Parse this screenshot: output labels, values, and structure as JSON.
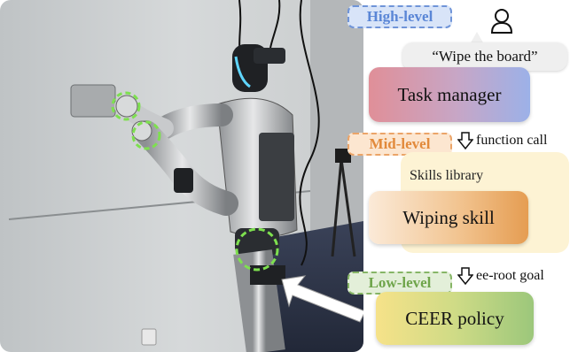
{
  "levels": {
    "high": "High-level",
    "mid": "Mid-level",
    "low": "Low-level"
  },
  "command": "“Wipe the board”",
  "task_manager": "Task manager",
  "annotations": {
    "function_call": "function call",
    "ee_root_goal": "ee-root goal"
  },
  "skills_library": "Skills library",
  "wiping_skill": "Wiping skill",
  "ceer_policy": "CEER policy",
  "icons": {
    "user": "user-icon",
    "arrow": "down-arrow-icon"
  },
  "colors": {
    "high_level": "#5a86d6",
    "mid_level": "#e28a3b",
    "low_level": "#6fa54b",
    "contact_marker": "#7ee04f"
  }
}
